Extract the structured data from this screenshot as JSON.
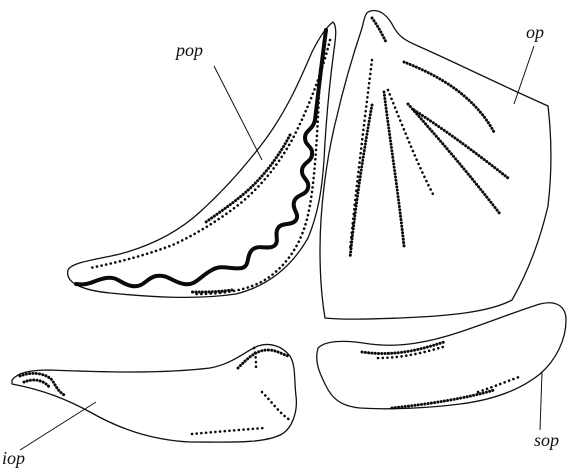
{
  "labels": {
    "pop": "pop",
    "op": "op",
    "iop": "iop",
    "sop": "sop"
  },
  "colors": {
    "ink": "#111111",
    "background": "#ffffff"
  }
}
